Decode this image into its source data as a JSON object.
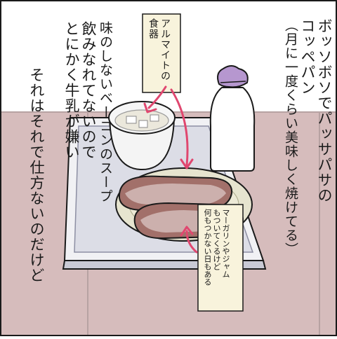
{
  "narration_right": {
    "lines": [
      "ボッソボソでパッサパサの",
      "コッペパン",
      "（月に一度くらい美味しく焼けてる）"
    ]
  },
  "narration_middle": {
    "lines": [
      "味のしないベーコンのスープ",
      "飲みなれてないので",
      "とにかく牛乳が嫌い"
    ]
  },
  "narration_left": {
    "lines": [
      "それはそれで仕方ないのだけど"
    ]
  },
  "label_tableware": {
    "lines": [
      "アルマイトの",
      "食器"
    ]
  },
  "label_margarine": {
    "lines": [
      "マーガリンやジャム",
      "もついてくるけど",
      "何もつかない日もある"
    ]
  },
  "colors": {
    "wall": "#ffffff",
    "floor": "#d6bcbc",
    "floor_line": "#b7a2a2",
    "tray": "#f1f1f4",
    "tray_inner": "#dcdde6",
    "bread": "#a2706a",
    "plate": "#e6e4cf",
    "label_box": "#f8f3dc",
    "arrow": "#e0476f",
    "lid": "#b697cf",
    "bottle": "#ffffff"
  }
}
